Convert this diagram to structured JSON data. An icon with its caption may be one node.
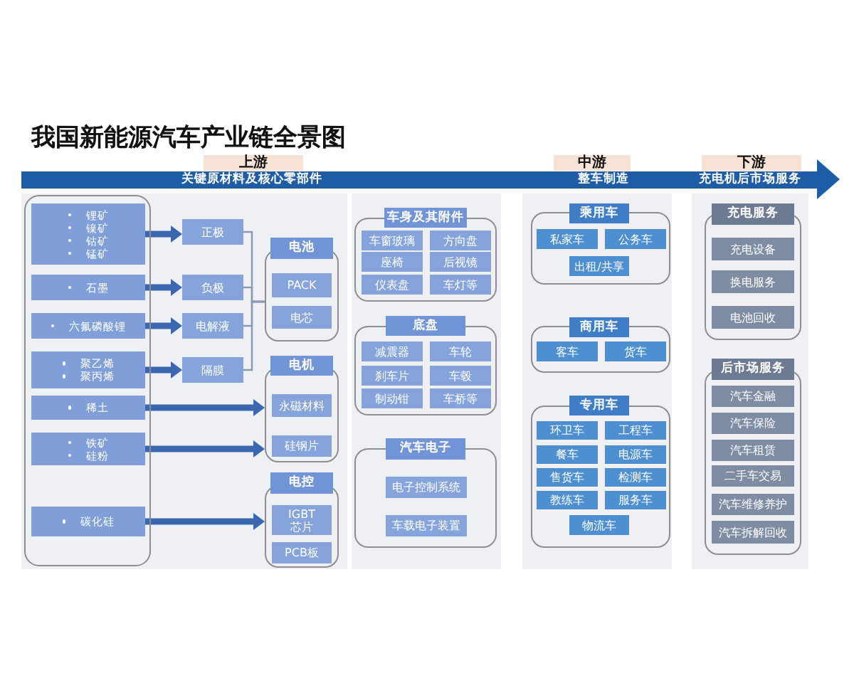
{
  "diagram": {
    "title": "我国新能源汽车产业链全景图",
    "nodes": [
      {
        "text": [],
        "shape": "box"
      },
      {
        "text": [
          "锂矿",
          "镍矿",
          "钴矿",
          "锰矿"
        ],
        "in": 0
      },
      {
        "text": [
          "石墨"
        ],
        "in": 0
      },
      {
        "text": [
          "六氟磷酸锂"
        ],
        "in": 0
      },
      {
        "text": [
          "聚乙烯",
          "聚丙烯"
        ],
        "in": 0
      },
      {
        "text": [
          "稀土"
        ],
        "in": 0
      },
      {
        "text": [
          "铁矿",
          "硅粉"
        ],
        "in": 0
      },
      {
        "text": [
          "碳化硅"
        ],
        "in": 0
      },
      {
        "text": [
          "正极"
        ]
      },
      {
        "text": [
          "负极"
        ]
      },
      {
        "text": [
          "电解液"
        ]
      },
      {
        "text": [
          "隔膜"
        ]
      },
      {
        "text": [
          "电池"
        ]
      },
      {
        "text": [
          "PACK"
        ],
        "in": 12
      },
      {
        "text": [
          "电芯"
        ],
        "in": 12
      },
      {
        "text": [
          "电机"
        ]
      },
      {
        "text": [
          "永磁材料"
        ],
        "in": 15
      },
      {
        "text": [
          "硅钢片"
        ],
        "in": 15
      },
      {
        "text": [
          "电控"
        ]
      },
      {
        "text": [
          "IGBT芯片"
        ],
        "in": 18
      },
      {
        "text": [
          "PCB板"
        ],
        "in": 18
      },
      {
        "text": [
          "车身及其附件"
        ]
      },
      {
        "text": [
          "车窗玻璃"
        ],
        "in": 21
      },
      {
        "text": [
          "方向盘"
        ],
        "in": 21
      },
      {
        "text": [
          "座椅"
        ],
        "in": 21
      },
      {
        "text": [
          "后视镜"
        ],
        "in": 21
      },
      {
        "text": [
          "仪表盘"
        ],
        "in": 21
      },
      {
        "text": [
          "车灯等"
        ],
        "in": 21
      },
      {
        "text": [
          "底盘"
        ]
      },
      {
        "text": [
          "减震器"
        ],
        "in": 28
      },
      {
        "text": [
          "车轮"
        ],
        "in": 28
      },
      {
        "text": [
          "刹车片"
        ],
        "in": 28
      },
      {
        "text": [
          "车毂"
        ],
        "in": 28
      },
      {
        "text": [
          "制动钳"
        ],
        "in": 28
      },
      {
        "text": [
          "车桥等"
        ],
        "in": 28
      },
      {
        "text": [
          "汽车电子"
        ]
      },
      {
        "text": [
          "电子控制系统"
        ],
        "in": 35
      },
      {
        "text": [
          "车载电子装置"
        ],
        "in": 35
      },
      {
        "text": [
          "乘用车"
        ]
      },
      {
        "text": [
          "私家车"
        ],
        "in": 38
      },
      {
        "text": [
          "公务车"
        ],
        "in": 38
      },
      {
        "text": [
          "出租/共享"
        ],
        "in": 38
      },
      {
        "text": [
          "商用车"
        ]
      },
      {
        "text": [
          "客车"
        ],
        "in": 42
      },
      {
        "text": [
          "货车"
        ],
        "in": 42
      },
      {
        "text": [
          "专用车"
        ]
      },
      {
        "text": [
          "环卫车"
        ],
        "in": 45
      },
      {
        "text": [
          "工程车"
        ],
        "in": 45
      },
      {
        "text": [
          "餐车"
        ],
        "in": 45
      },
      {
        "text": [
          "电源车"
        ],
        "in": 45
      },
      {
        "text": [
          "售货车"
        ],
        "in": 45
      },
      {
        "text": [
          "检测车"
        ],
        "in": 45
      },
      {
        "text": [
          "教练车"
        ],
        "in": 45
      },
      {
        "text": [
          "服务车"
        ],
        "in": 45
      },
      {
        "text": [
          "物流车"
        ],
        "in": 45
      },
      {
        "text": [
          "充电服务"
        ]
      },
      {
        "text": [
          "充电设备"
        ],
        "in": 55
      },
      {
        "text": [
          "换电服务"
        ],
        "in": 55
      },
      {
        "text": [
          "电池回收"
        ],
        "in": 55
      },
      {
        "text": [
          "后市场服务"
        ]
      },
      {
        "text": [
          "汽车金融"
        ],
        "in": 59
      },
      {
        "text": [
          "汽车保险"
        ],
        "in": 59
      },
      {
        "text": [
          "汽车租赁"
        ],
        "in": 59
      },
      {
        "text": [
          "二手车交易"
        ],
        "in": 59
      },
      {
        "text": [
          "汽车维修养护"
        ],
        "in": 59
      },
      {
        "text": [
          "汽车拆解回收"
        ],
        "in": 59
      }
    ],
    "edges": [
      {
        "from": 1,
        "to": 8,
        "arrow": "to"
      },
      {
        "from": 2,
        "to": 9,
        "arrow": "to"
      },
      {
        "from": 3,
        "to": 10,
        "arrow": "to"
      },
      {
        "from": 4,
        "to": 11,
        "arrow": "to"
      },
      {
        "from": 5,
        "to": 15,
        "arrow": "to"
      },
      {
        "from": 6,
        "to": 15,
        "arrow": "to"
      },
      {
        "from": 7,
        "to": 18,
        "arrow": "to"
      },
      {
        "from": 8,
        "to": 12,
        "arrow": "none",
        "color": "#8c9ab0"
      },
      {
        "from": 9,
        "to": 12,
        "arrow": "none",
        "color": "#8c9ab0"
      },
      {
        "from": 10,
        "to": 12,
        "arrow": "none",
        "color": "#8c9ab0"
      },
      {
        "from": 11,
        "to": 12,
        "arrow": "none",
        "color": "#8c9ab0"
      }
    ],
    "labels": [
      "上游",
      "中游",
      "下游",
      "关键原材料及核心零部件",
      "整车制造",
      "充电机后市场服务"
    ]
  }
}
